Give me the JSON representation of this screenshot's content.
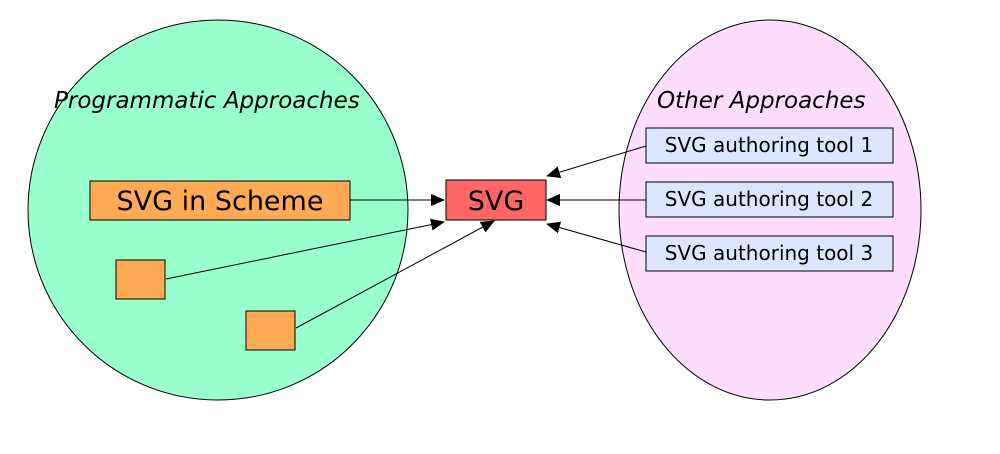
{
  "colors": {
    "left_group_fill": "#99ffcc",
    "right_group_fill": "#ffddff",
    "orange_box_fill": "#ffaa55",
    "svg_box_fill": "#ff6666",
    "tool_box_fill": "#dde6ff",
    "stroke": "#000000"
  },
  "left_group": {
    "title": "Programmatic Approaches",
    "main_box_label": "SVG in Scheme"
  },
  "center": {
    "label": "SVG"
  },
  "right_group": {
    "title": "Other Approaches",
    "tools": [
      {
        "label": "SVG authoring tool 1"
      },
      {
        "label": "SVG authoring tool 2"
      },
      {
        "label": "SVG authoring tool 3"
      }
    ]
  }
}
